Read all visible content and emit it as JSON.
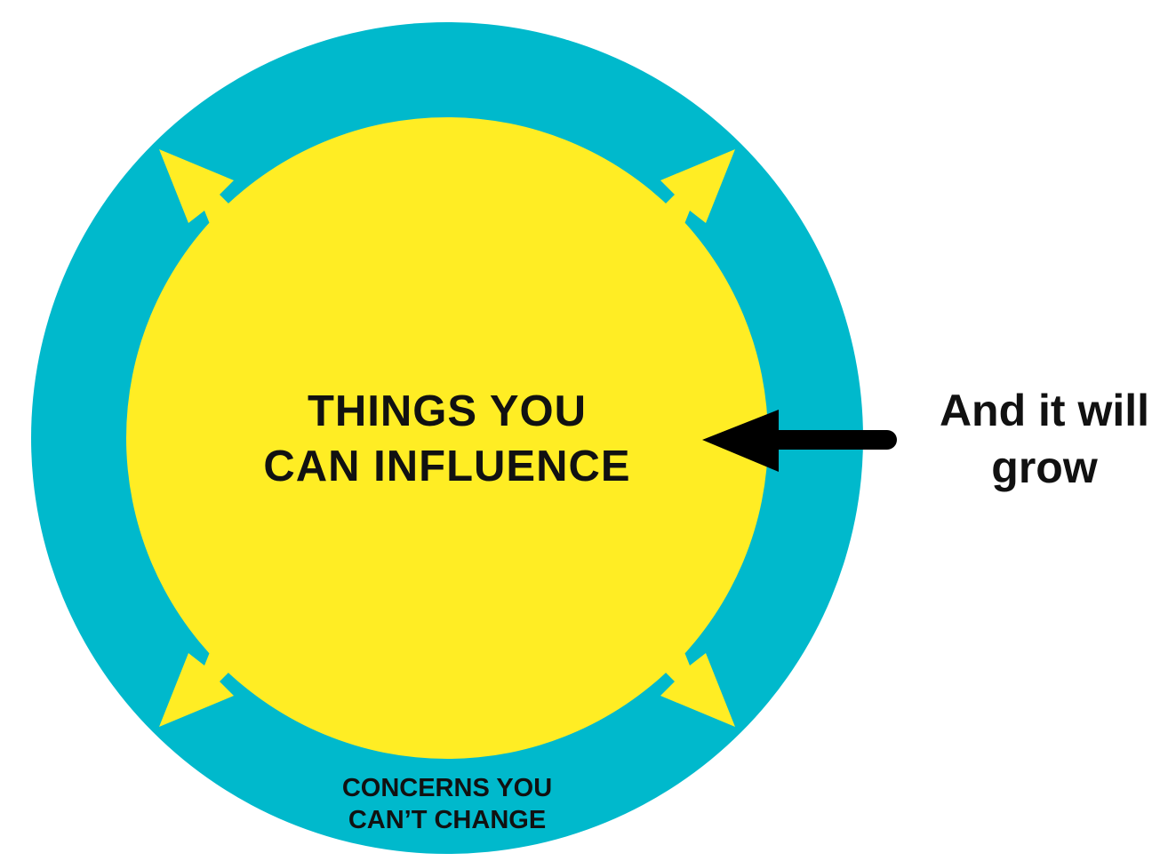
{
  "diagram": {
    "inner_label_line1": "THINGS YOU",
    "inner_label_line2": "CAN INFLUENCE",
    "outer_label_line1": "CONCERNS YOU",
    "outer_label_line2": "CAN’T CHANGE",
    "side_label_line1": "And it will",
    "side_label_line2": "grow",
    "colors": {
      "outer": "#00b9cc",
      "inner": "#ffed24",
      "pointer": "#000000"
    }
  }
}
